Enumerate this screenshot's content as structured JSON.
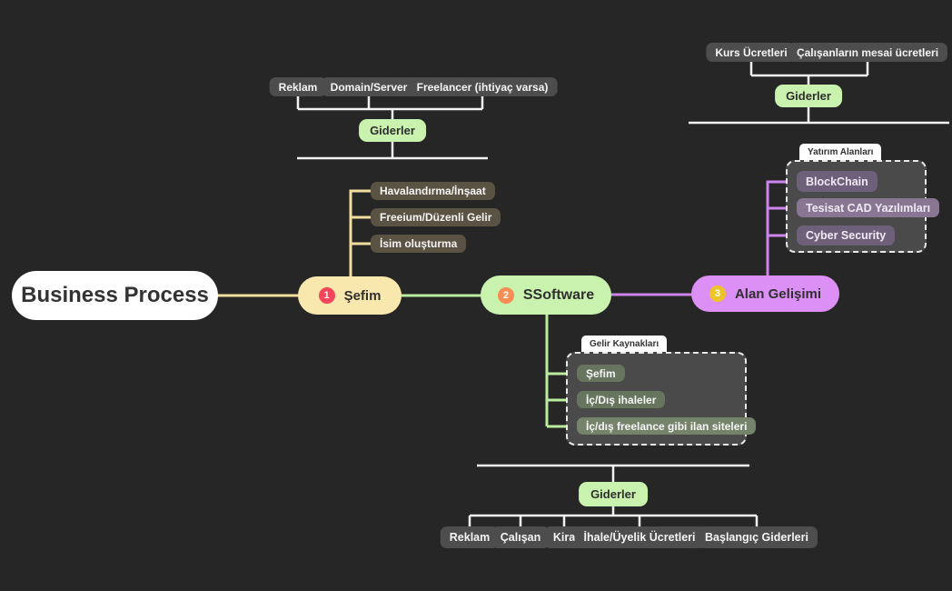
{
  "colors": {
    "background": "#262626",
    "branch_yellow": "#f2dd9e",
    "branch_green": "#b9ec9c",
    "branch_purple": "#cd84ef",
    "connector_white": "#f2f2f2",
    "node_gray": "#4d4d4d",
    "node_green": "#c9f2ae",
    "node_yellow": "#f9e8ad",
    "node_purple": "#dc90f5",
    "badge_red": "#f4455a",
    "badge_orange": "#f78c55",
    "badge_yellow": "#eec32a"
  },
  "root": {
    "label": "Business Process"
  },
  "branches": {
    "sefim": {
      "number": "1",
      "label": "Şefim"
    },
    "ssoftware": {
      "number": "2",
      "label": "SSoftware"
    },
    "alan": {
      "number": "3",
      "label": "Alan Gelişimi"
    }
  },
  "top_left_expenses": {
    "items": [
      "Reklam",
      "Domain/Server",
      "Freelancer (ihtiyaç varsa)"
    ],
    "summary": "Giderler"
  },
  "top_right_expenses": {
    "items": [
      "Kurs Ücretleri",
      "Çalışanların mesai ücretleri"
    ],
    "summary": "Giderler"
  },
  "sefim_topics": [
    "Havalandırma/İnşaat",
    "Freeium/Düzenli Gelir",
    "İsim oluşturma"
  ],
  "investment_areas": {
    "label": "Yatırım Alanları",
    "items": [
      "BlockChain",
      "Tesisat CAD Yazılımları",
      "Cyber Security"
    ]
  },
  "income_sources": {
    "label": "Gelir Kaynakları",
    "items": [
      "Şefim",
      "İç/Dış ihaleler",
      "İç/dış freelance gibi ilan siteleri"
    ]
  },
  "bottom_expenses": {
    "summary": "Giderler",
    "items": [
      "Reklam",
      "Çalışan",
      "Kira",
      "İhale/Üyelik Ücretleri",
      "Başlangıç Giderleri"
    ]
  }
}
